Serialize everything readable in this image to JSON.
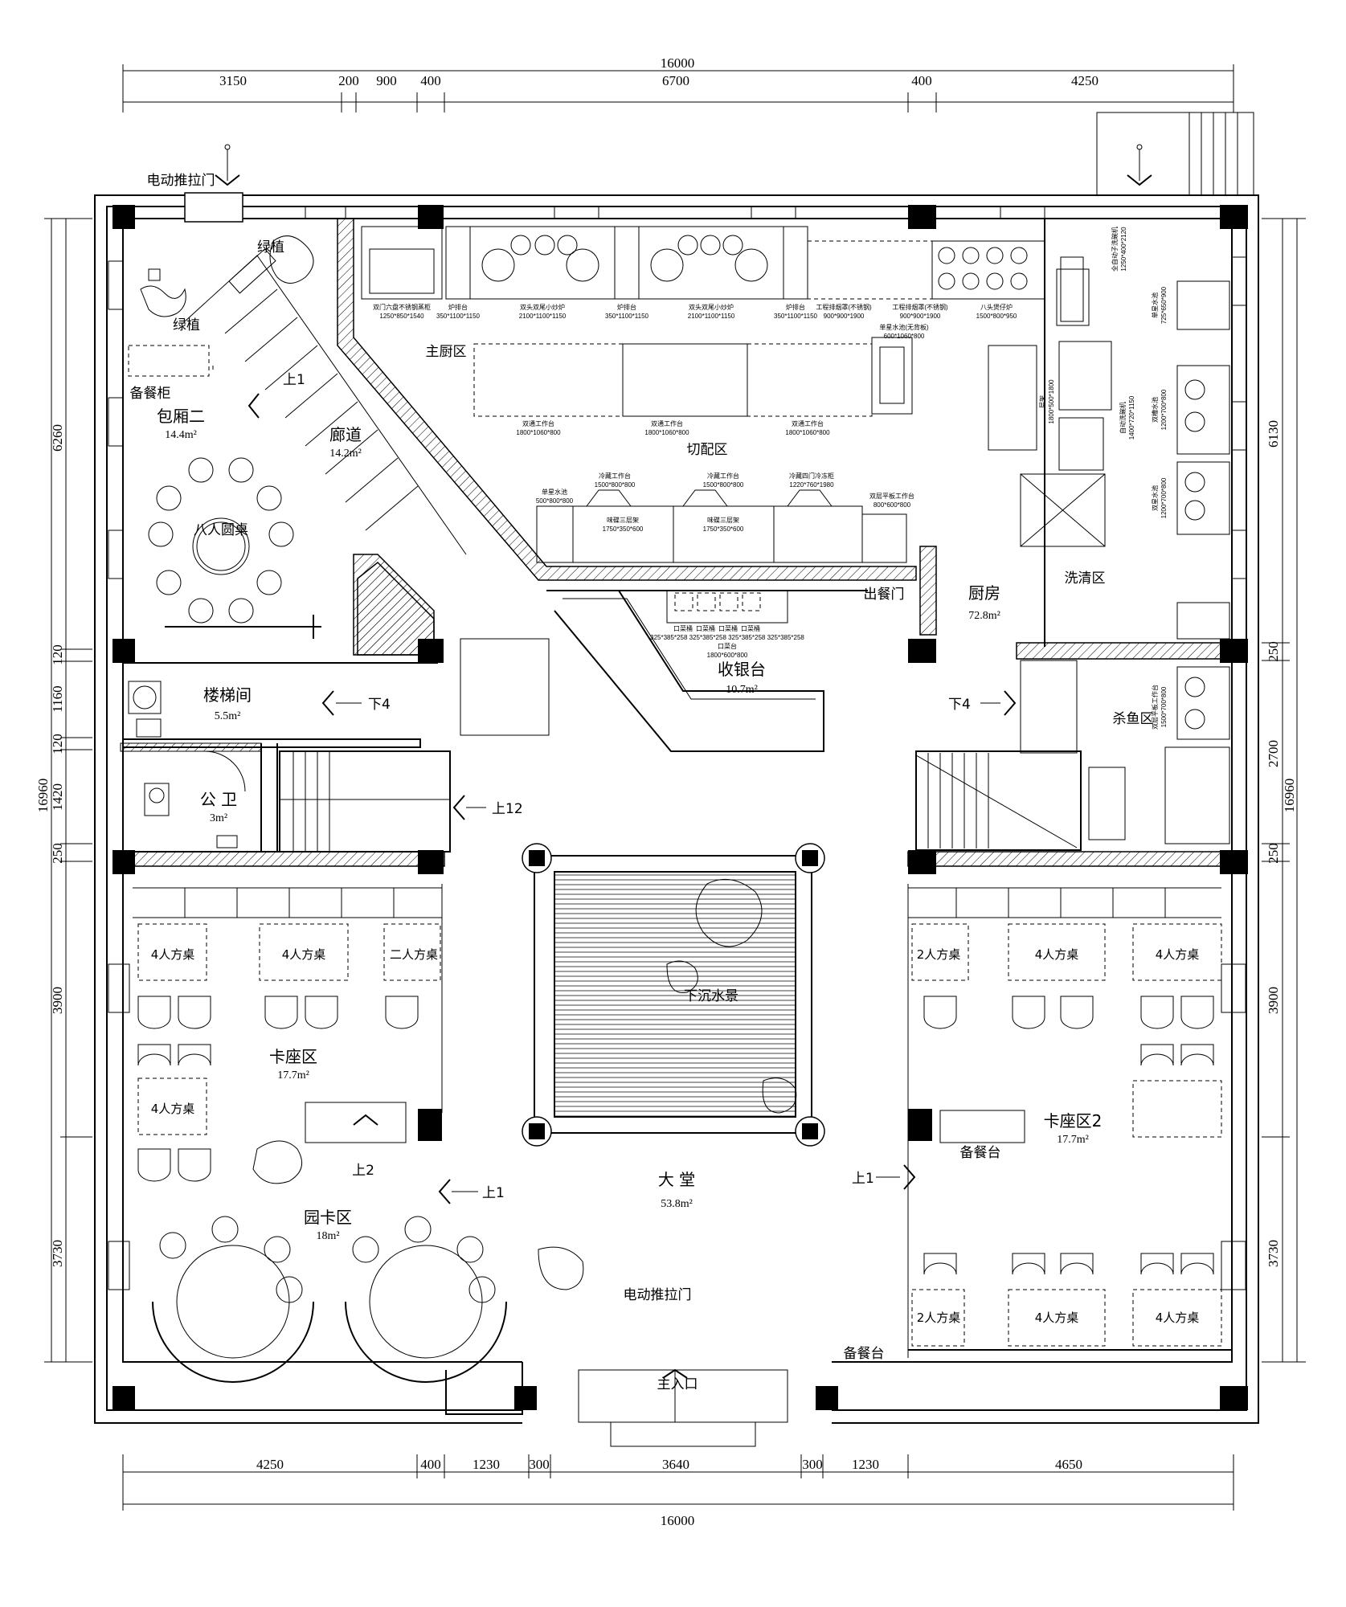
{
  "dimensions": {
    "top_total": "16000",
    "top_segments": [
      "3150",
      "200",
      "900",
      "400",
      "6700",
      "400",
      "4250"
    ],
    "bottom_total": "16000",
    "bottom_segments": [
      "4250",
      "400",
      "1230",
      "300",
      "3640",
      "300",
      "1230",
      "4650"
    ],
    "left_total": "16960",
    "left_segments": [
      "6260",
      "120",
      "1160",
      "120",
      "1420",
      "250",
      "3900",
      "3730"
    ],
    "right_total": "16960",
    "right_segments": [
      "6130",
      "250",
      "2700",
      "250",
      "3900",
      "3730"
    ]
  },
  "rooms": {
    "private_room": {
      "name": "包厢二",
      "area": "14.4m²"
    },
    "corridor": {
      "name": "廊道",
      "area": "14.2m²"
    },
    "stairwell": {
      "name": "楼梯间",
      "area": "5.5m²"
    },
    "restroom": {
      "name": "公 卫",
      "area": "3m²"
    },
    "booth_area": {
      "name": "卡座区",
      "area": "17.7m²"
    },
    "round_booth": {
      "name": "园卡区",
      "area": "18m²"
    },
    "hall": {
      "name": "大 堂",
      "area": "53.8m²"
    },
    "booth_area_2": {
      "name": "卡座区2",
      "area": "17.7m²"
    },
    "kitchen": {
      "name": "厨房",
      "area": "72.8m²"
    },
    "cashier": {
      "name": "收银台",
      "area": "10.7m²"
    }
  },
  "labels": {
    "main_kitchen": "主厨区",
    "prep_zone": "切配区",
    "wash_zone": "洗清区",
    "fish_zone": "杀鱼区",
    "serving_door": "出餐门",
    "main_entrance": "主入口",
    "electric_door_top": "电动推拉门",
    "electric_door_bottom": "电动推拉门",
    "green_plant_1": "绿植",
    "green_plant_2": "绿植",
    "sideboard_cabinet": "备餐柜",
    "sideboard_table_1": "备餐台",
    "sideboard_table_2": "备餐台",
    "round_table_8": "八人圆桌",
    "water_feature": "下沉水景"
  },
  "stairs_marks": {
    "up1_private": "上1",
    "down4_stair": "下4",
    "up12_stair": "上12",
    "up2_booth": "上2",
    "up1_round": "上1",
    "up1_booth2": "上1",
    "down4_kitchen": "下4"
  },
  "tables": {
    "left_row1": [
      "4人方桌",
      "4人方桌",
      "二人方桌"
    ],
    "left_row2": [
      "4人方桌"
    ],
    "right_row1": [
      "2人方桌",
      "4人方桌",
      "4人方桌"
    ],
    "right_row2": [
      "2人方桌",
      "4人方桌",
      "4人方桌"
    ]
  },
  "equipment": {
    "top_row": [
      {
        "name": "双门六盘不锈钢蒸柜",
        "spec": "1250*850*1540"
      },
      {
        "name": "炉排台",
        "spec": "350*1100*1150"
      },
      {
        "name": "双头双尾小炒炉",
        "spec": "2100*1100*1150"
      },
      {
        "name": "炉排台",
        "spec": "350*1100*1150"
      },
      {
        "name": "双头双尾小炒炉",
        "spec": "2100*1100*1150"
      },
      {
        "name": "炉排台",
        "spec": "350*1100*1150"
      },
      {
        "name": "工程排烟罩(不锈钢)",
        "spec": "900*900*1900"
      },
      {
        "name": "工程排烟罩(不锈钢)",
        "spec": "900*900*1900"
      },
      {
        "name": "八头煲仔炉",
        "spec": "1500*800*950"
      }
    ],
    "work_tables": [
      {
        "name": "双通工作台",
        "spec": "1800*1060*800"
      },
      {
        "name": "双通工作台",
        "spec": "1800*1060*800"
      },
      {
        "name": "双通工作台",
        "spec": "1800*1060*800"
      }
    ],
    "single_sink_top": {
      "name": "单星水池(无背板)",
      "spec": "600*1060*800"
    },
    "prep_row": [
      {
        "name": "单星水池",
        "spec": "500*800*800"
      },
      {
        "name": "冷藏工作台",
        "spec": "1500*800*800"
      },
      {
        "name": "冷藏工作台",
        "spec": "1500*800*800"
      },
      {
        "name": "冷藏四门冷冻柜",
        "spec": "1220*760*1980"
      },
      {
        "name": "双层平板工作台",
        "spec": "800*600*800"
      }
    ],
    "shelves": [
      {
        "name": "味碟三层架",
        "spec": "1750*350*600"
      },
      {
        "name": "味碟三层架",
        "spec": "1750*350*600"
      }
    ],
    "cashier_counter": {
      "items": [
        "口菜桶",
        "口菜桶",
        "口菜桶",
        "口菜桶"
      ],
      "spec_row": "325*385*258  325*385*258  325*385*258  325*385*258",
      "footer": "口菜台",
      "footer_spec": "1800*600*800"
    },
    "kitchen_right": [
      {
        "name": "层架",
        "spec": "1800*500*1800"
      },
      {
        "name": "自动洗碗机",
        "spec": "1400*720*1150"
      },
      {
        "name": "全自动子洗碗机",
        "spec": "1250*400*2120"
      },
      {
        "name": "单星水池",
        "spec": "725*650*900"
      },
      {
        "name": "双槽水池",
        "spec": "1200*700*800"
      },
      {
        "name": "双星水池",
        "spec": "1200*700*800"
      },
      {
        "name": "双层平板工作台",
        "spec": "1500*700*800"
      }
    ]
  }
}
